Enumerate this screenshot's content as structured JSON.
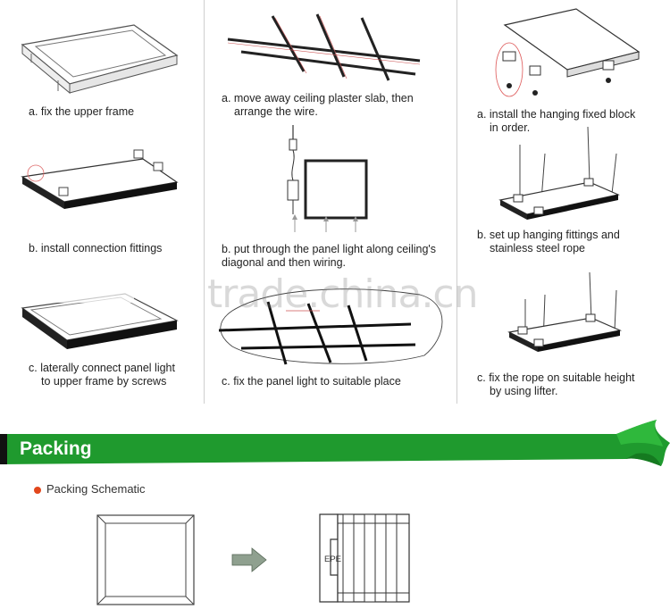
{
  "captions": {
    "col1_a": "a. fix the upper frame",
    "col1_b": "b. install connection fittings",
    "col1_c_line1": "c. laterally connect panel light",
    "col1_c_line2": "to upper frame by screws",
    "col2_a_line1": "a. move away ceiling plaster slab, then",
    "col2_a_line2": "arrange the wire.",
    "col2_b_line1": "b. put through the panel light along ceiling's",
    "col2_b_line2": "diagonal and then wiring.",
    "col2_c": "c. fix the panel light to suitable place",
    "col3_a_line1": "a. install the hanging fixed block",
    "col3_a_line2": "in order.",
    "col3_b_line1": "b. set up hanging fittings and",
    "col3_b_line2": "stainless steel rope",
    "col3_c_line1": "c. fix the rope on suitable height",
    "col3_c_line2": "by using lifter."
  },
  "watermark": "trade.china.cn",
  "packing": {
    "banner_title": "Packing",
    "schematic_label": "Packing Schematic",
    "epe_label": "EPE"
  },
  "colors": {
    "banner_green": "#1f9a2e",
    "bullet": "#e2471c",
    "arrow": "#8fa08f"
  }
}
